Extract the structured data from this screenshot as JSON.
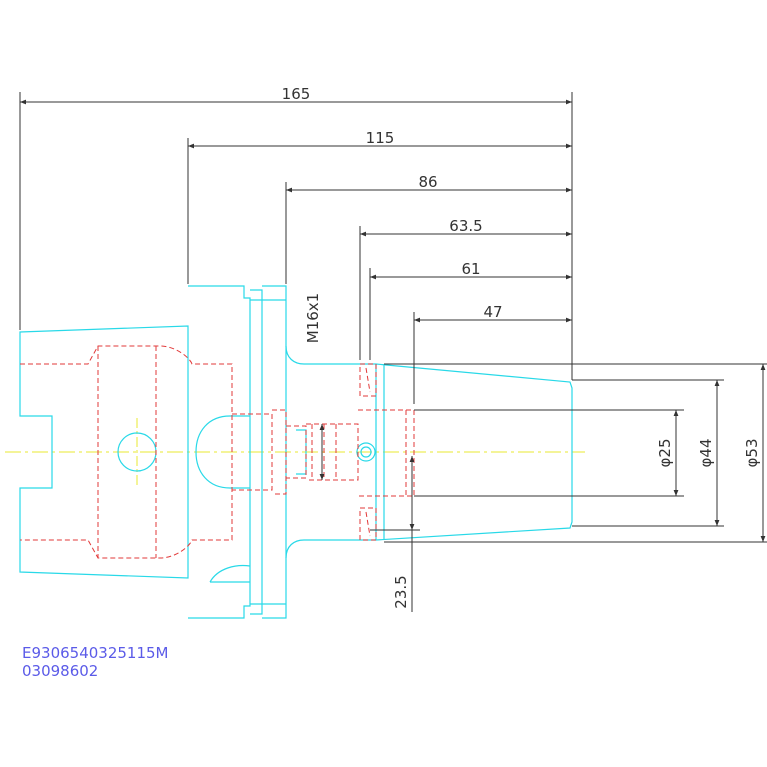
{
  "dimensions": {
    "d165": "165",
    "d115": "115",
    "d86": "86",
    "d63_5": "63.5",
    "d61": "61",
    "d47": "47",
    "thread": "M16x1",
    "dia25": "φ25",
    "dia44": "φ44",
    "dia53": "φ53",
    "d23_5": "23.5"
  },
  "part": {
    "code": "E9306540325115M",
    "number": "03098602"
  },
  "colors": {
    "outline": "#29d9e8",
    "hidden": "#e23a3a",
    "dimension": "#333333",
    "centerline": "#e8e832",
    "label": "#5b5be8"
  }
}
